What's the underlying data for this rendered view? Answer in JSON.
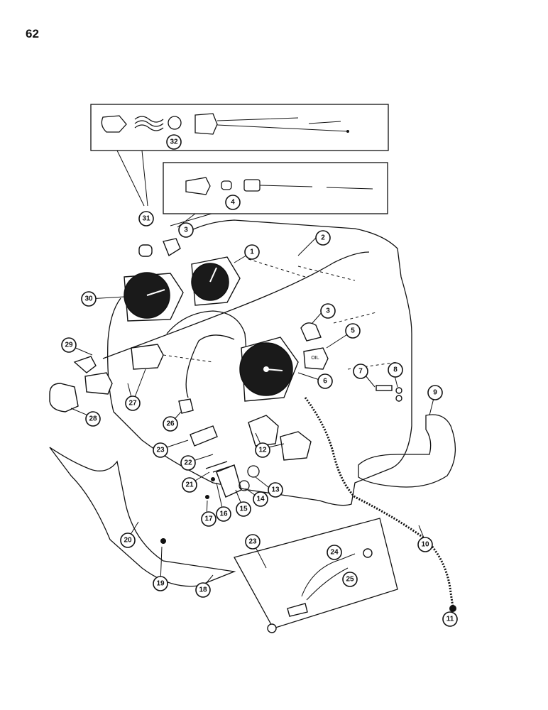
{
  "page_number": "62",
  "callouts": {
    "c1": "1",
    "c2": "2",
    "c3a": "3",
    "c3b": "3",
    "c4": "4",
    "c5": "5",
    "c6": "6",
    "c7": "7",
    "c8": "8",
    "c9": "9",
    "c10": "10",
    "c11": "11",
    "c12": "12",
    "c13": "13",
    "c14": "14",
    "c15": "15",
    "c16": "16",
    "c17": "17",
    "c18": "18",
    "c19": "19",
    "c20": "20",
    "c21": "21",
    "c22": "22",
    "c23a": "23",
    "c23b": "23",
    "c24": "24",
    "c25": "25",
    "c26": "26",
    "c27": "27",
    "c28": "28",
    "c29": "29",
    "c30": "30",
    "c31": "31",
    "c32": "32"
  },
  "gauge_label": "OIL"
}
